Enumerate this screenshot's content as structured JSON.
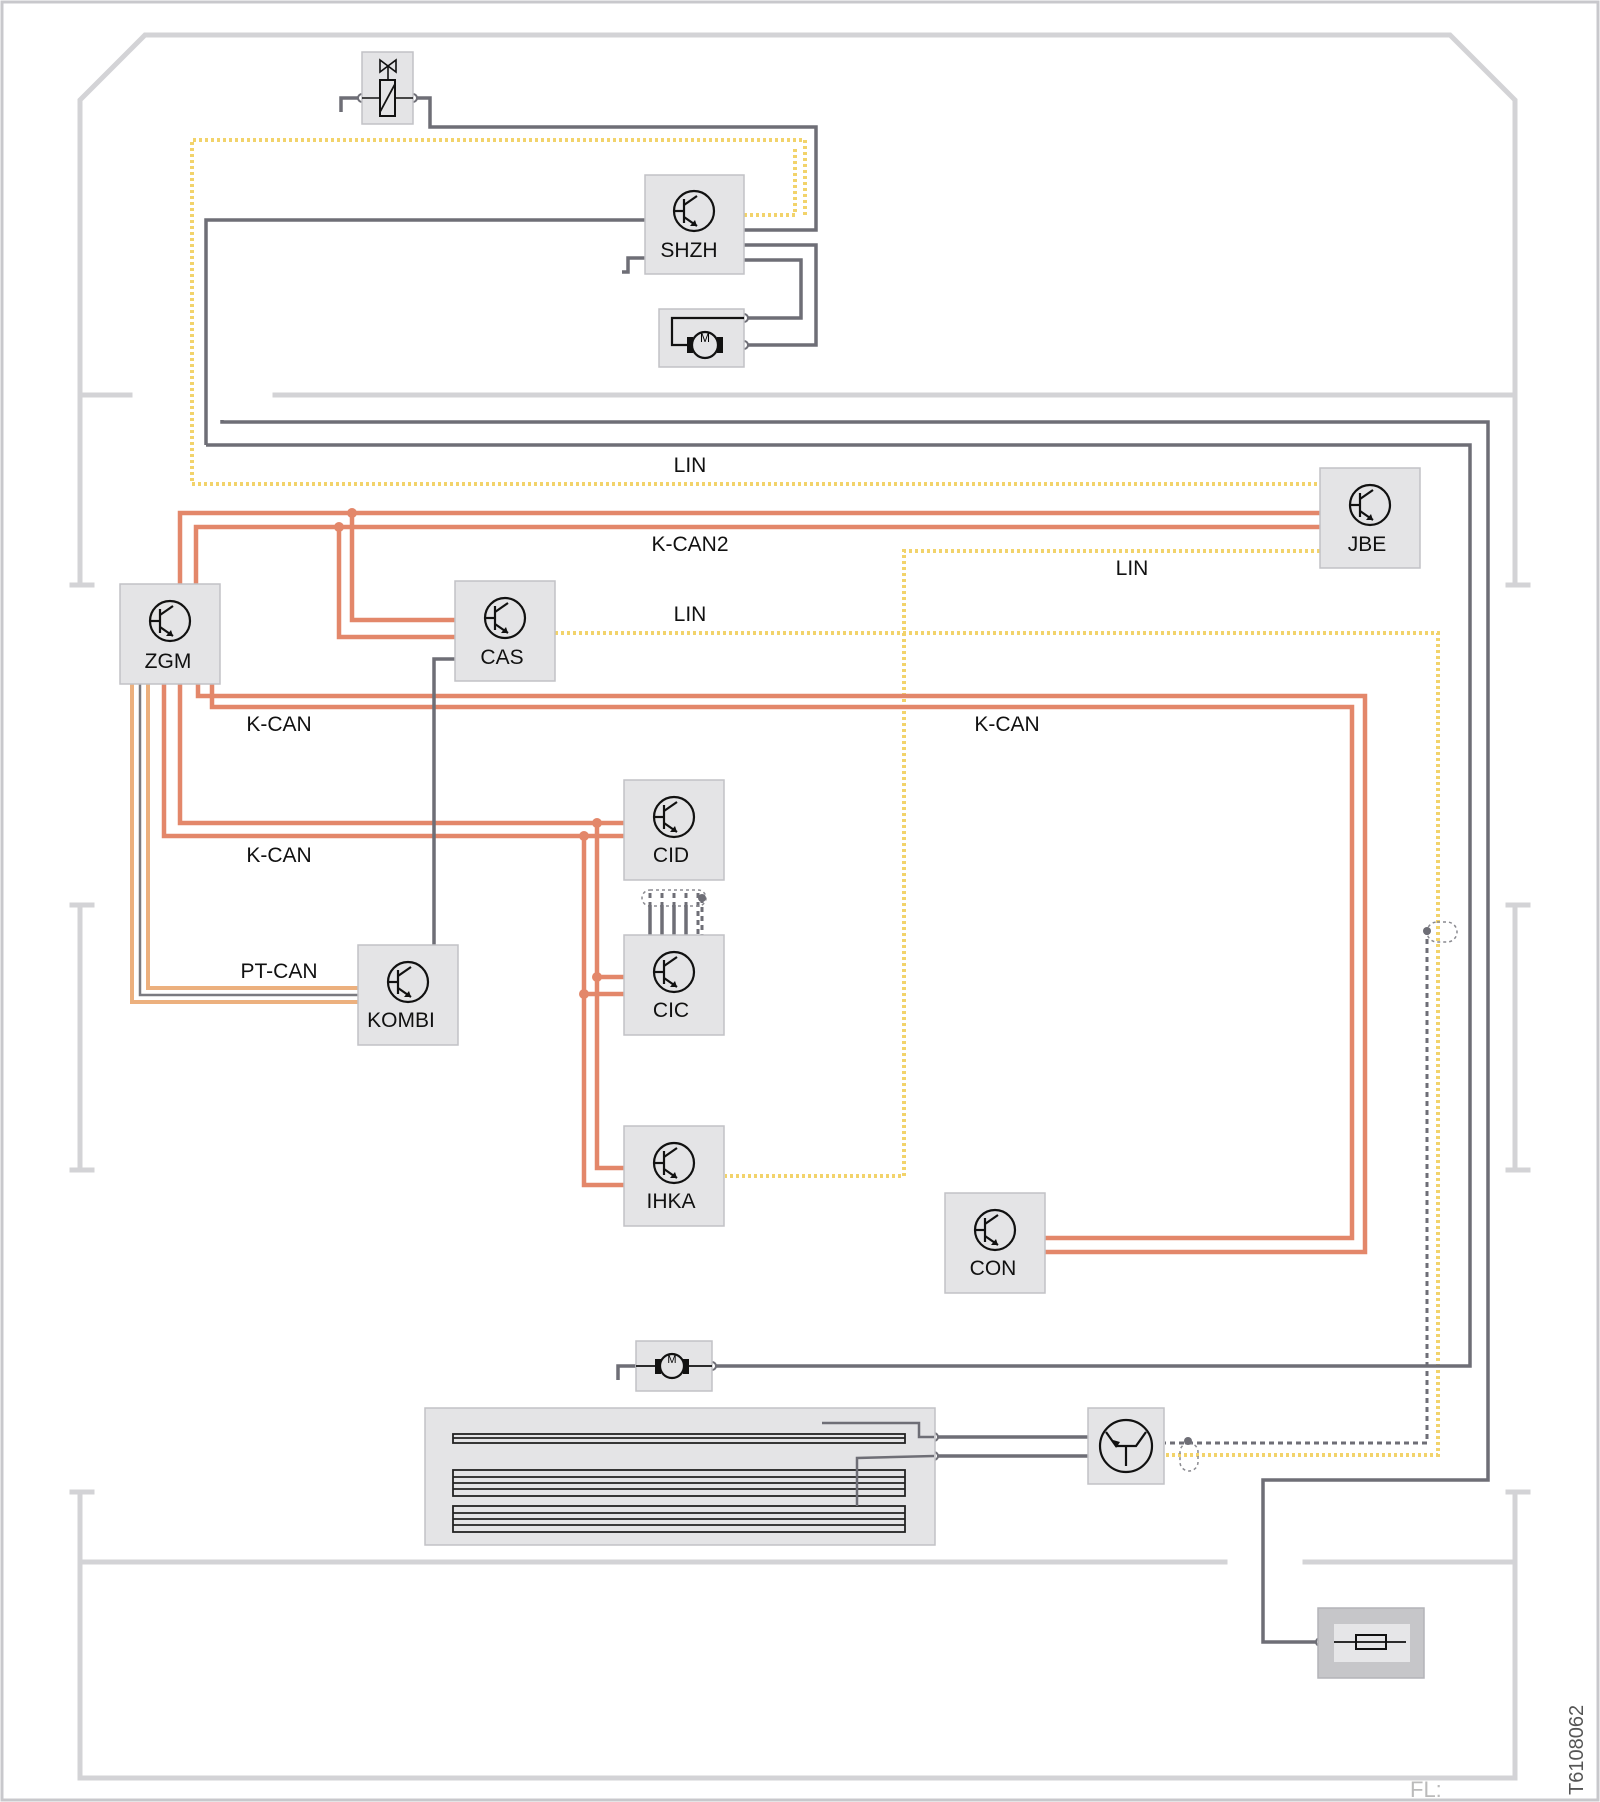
{
  "colors": {
    "k_can": "#e3876a",
    "pt_can": "#ecb07e",
    "lin": "#f2d36b",
    "wire": "#6e6e76",
    "frame": "#d3d3d6",
    "box_fill": "#e4e4e6"
  },
  "labels": {
    "lin_top": "LIN",
    "k_can2": "K-CAN2",
    "lin_jbe": "LIN",
    "lin_cas": "LIN",
    "k_can_left": "K-CAN",
    "k_can_right": "K-CAN",
    "k_can_lower": "K-CAN",
    "pt_can": "PT-CAN"
  },
  "ecus": {
    "shzh": "SHZH",
    "jbe": "JBE",
    "zgm": "ZGM",
    "cas": "CAS",
    "cid": "CID",
    "cic": "CIC",
    "kombi": "KOMBI",
    "ihka": "IHKA",
    "con": "CON"
  },
  "icons": {
    "ecu": "transistor-icon",
    "motor": "motor-icon",
    "valve": "solenoid-valve-icon",
    "antenna_amp": "antenna-amplifier-icon",
    "fuse": "fuse-icon",
    "heater": "rear-window-heater-element"
  },
  "footer": {
    "code": "T6108062",
    "fl": "FL:"
  }
}
